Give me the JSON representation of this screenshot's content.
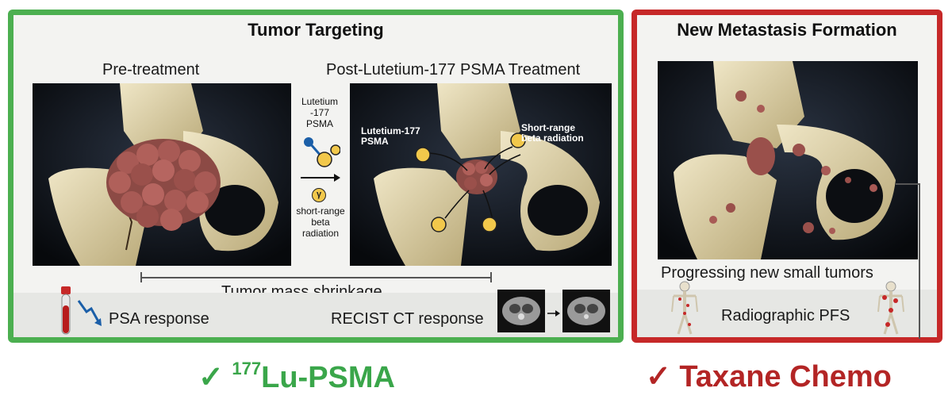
{
  "left_panel": {
    "title": "Tumor Targeting",
    "pre_label": "Pre-treatment",
    "post_label": "Post-Lutetium-177 PSMA Treatment",
    "middle_drug_label": "Lutetium\n-177\nPSMA",
    "middle_radiation_label": "short-range\nbeta\nradiation",
    "badge_symbol": "γ",
    "post_annotation_drug": "Lutetium-177\nPSMA",
    "post_annotation_radiation": "Short-range\nbeta radiation",
    "shrinkage_label": "Tumor mass shrinkage",
    "psa_label": "PSA response",
    "recist_label": "RECIST CT response",
    "border_color": "#4caf50"
  },
  "right_panel": {
    "title": "New Metastasis Formation",
    "progress_label": "Progressing new small tumors",
    "pfs_label": "Radiographic PFS",
    "border_color": "#c62828"
  },
  "captions": {
    "check": "✓",
    "left_superscript": "177",
    "left_text": "Lu-PSMA",
    "right_text": "Taxane Chemo"
  },
  "icons": [
    "blood-tube-icon",
    "down-trend-arrow-icon",
    "ct-scan-icon",
    "skeleton-icon"
  ]
}
